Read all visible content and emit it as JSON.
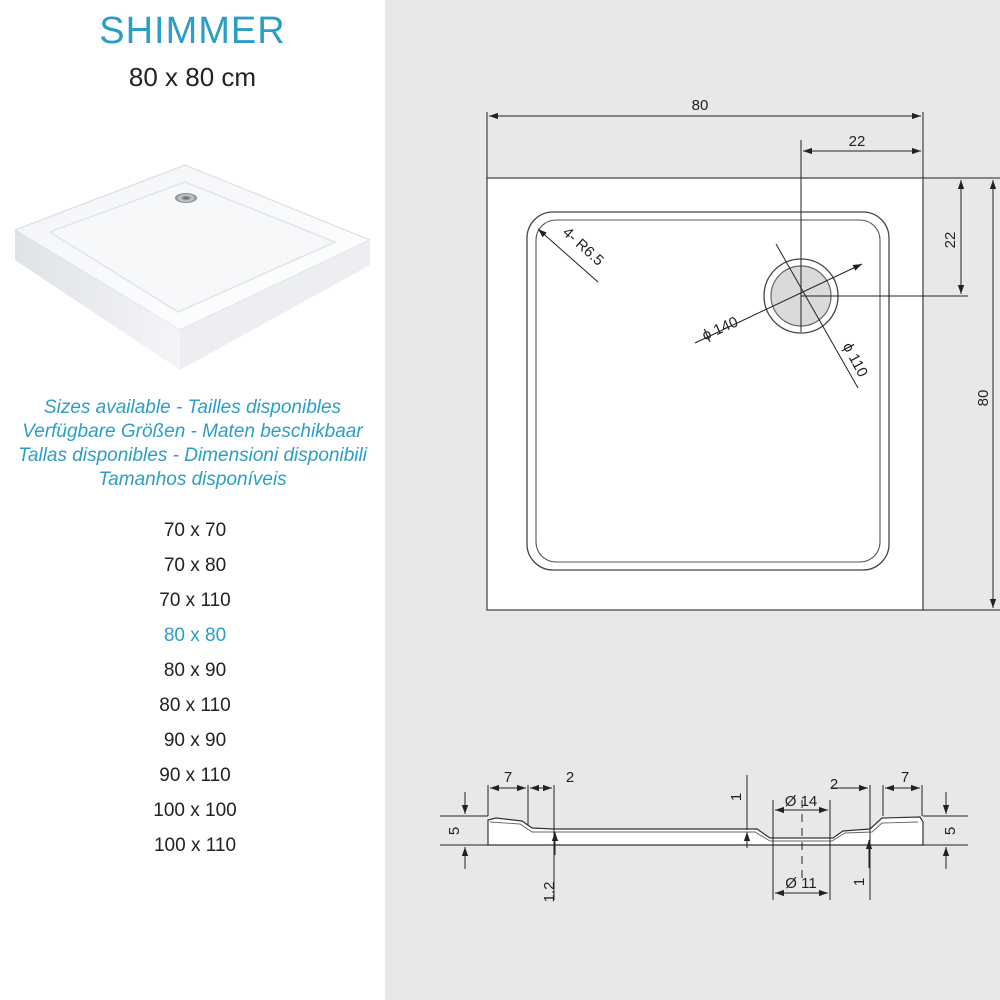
{
  "product": {
    "name": "SHIMMER",
    "size": "80 x 80 cm"
  },
  "sizes": {
    "heading": [
      "Sizes available - Tailles disponibles",
      "Verfügbare Größen - Maten beschikbaar",
      "Tallas disponibles - Dimensioni disponibili",
      "Tamanhos disponíveis"
    ],
    "items": [
      {
        "label": "70 x 70",
        "active": false
      },
      {
        "label": "70 x 80",
        "active": false
      },
      {
        "label": "70 x 110",
        "active": false
      },
      {
        "label": "80 x 80",
        "active": true
      },
      {
        "label": "80 x 90",
        "active": false
      },
      {
        "label": "80 x 110",
        "active": false
      },
      {
        "label": "90 x 90",
        "active": false
      },
      {
        "label": "90 x 110",
        "active": false
      },
      {
        "label": "100 x 100",
        "active": false
      },
      {
        "label": "100 x 110",
        "active": false
      }
    ]
  },
  "plan_dims": {
    "width": "80",
    "depth": "80",
    "drain_x": "22",
    "drain_y": "22",
    "corner_radius": "4- R6.5",
    "drain_outer": "ϕ 140",
    "drain_inner": "ϕ 110"
  },
  "section_dims": {
    "left_rim": "7",
    "left_step": "2",
    "height_left": "5",
    "base_thickness": "1.2",
    "drain_top_gap": "1",
    "drain_top": "Ø 14",
    "drain_bottom": "Ø 11",
    "right_step": "2",
    "right_rim": "7",
    "drain_bottom_gap": "1",
    "height_right": "5"
  },
  "colors": {
    "accent": "#2c9ec5",
    "panel_bg": "#e8e8ea",
    "text": "#222222"
  }
}
